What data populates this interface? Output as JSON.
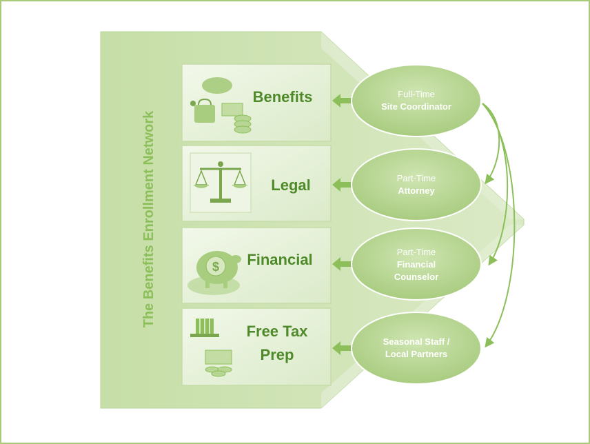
{
  "diagram": {
    "title": "The Benefits Enrollment Network",
    "services": [
      {
        "lines": [
          "Benefits"
        ],
        "icon": "stethoscope-money-icon"
      },
      {
        "lines": [
          "Legal"
        ],
        "icon": "scales-of-justice-icon"
      },
      {
        "lines": [
          "Financial"
        ],
        "icon": "piggy-bank-icon"
      },
      {
        "lines": [
          "Free Tax",
          "Prep"
        ],
        "icon": "uncle-sam-hat-coins-icon"
      }
    ],
    "staff": [
      {
        "line1": "Full-Time",
        "line2": "Site Coordinator"
      },
      {
        "line1": "Part-Time",
        "line2": "Attorney"
      },
      {
        "line1": "Part-Time",
        "line2": "Financial",
        "line3": "Counselor"
      },
      {
        "line1": "Seasonal Staff /",
        "line2": "Local Partners"
      }
    ],
    "colors": {
      "panel": "#cfe3b3",
      "box": "#e7f1d9",
      "ellipse": "#b7d593",
      "accent": "#8cbf5a",
      "text": "#4f8a2a"
    }
  }
}
